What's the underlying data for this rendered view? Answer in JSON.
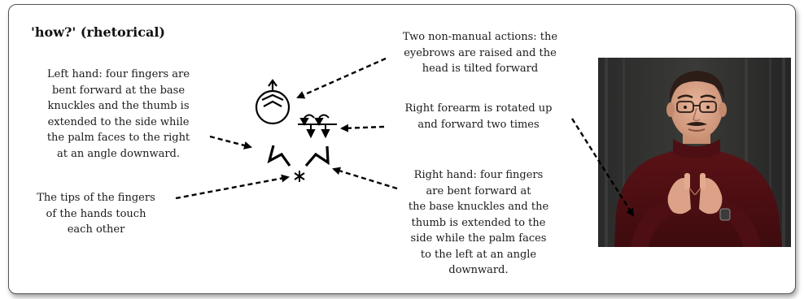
{
  "title": "'how?' (rhetorical)",
  "annotations": {
    "left_hand": [
      "Left hand: four fingers are",
      "bent forward at the base",
      "knuckles and the thumb is",
      "extended to the side while",
      "the palm faces to the right",
      "at an angle downward."
    ],
    "fingertips": [
      "The tips of the fingers",
      "of the hands touch",
      "each other"
    ],
    "non_manual": [
      "Two non-manual actions: the",
      "eyebrows are raised and the",
      "head is tilted forward"
    ],
    "forearm": [
      "Right forearm is rotated up",
      "and forward two times"
    ],
    "right_hand": [
      "Right hand: four fingers",
      "are bent forward at",
      "the base knuckles and the",
      "thumb is extended to the",
      "side while the palm faces",
      "to the left at an angle",
      "downward."
    ]
  },
  "colors": {
    "background": "#ffffff",
    "border": "#555555",
    "text": "#1a1a1a",
    "symbol": "#000000"
  }
}
